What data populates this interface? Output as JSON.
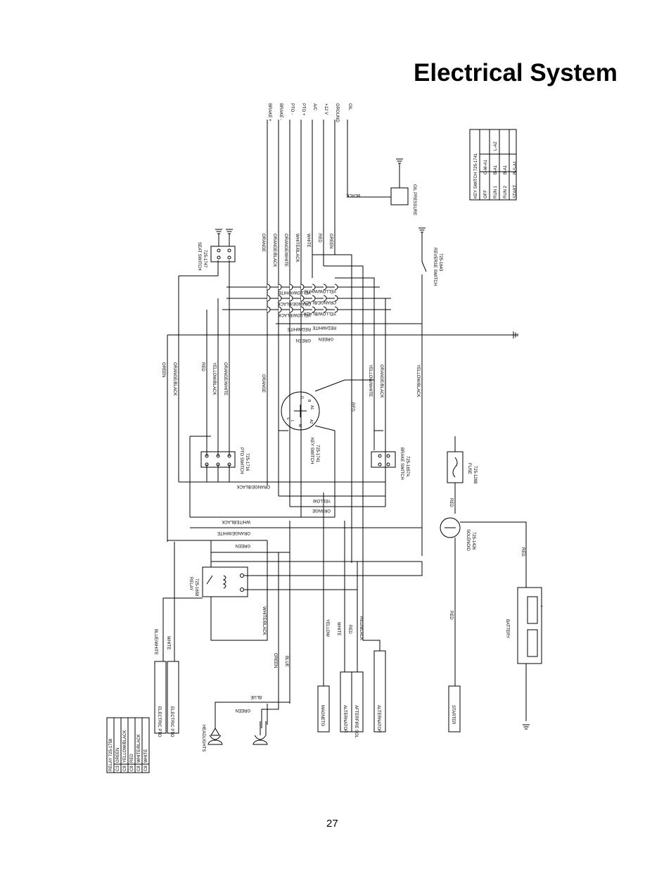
{
  "title": "Electrical System",
  "page_number": "27",
  "connector_pins": [
    "BRAKE +",
    "BRAKE -",
    "PTO -",
    "PTO +",
    "A/C",
    "+12 V",
    "GROUND",
    "OIL"
  ],
  "harness_wires": [
    "ORANGE",
    "ORANGE/BLACK",
    "ORANGE/WHITE",
    "WHITE/BLACK",
    "WHITE",
    "RED",
    "GREEN"
  ],
  "horizontal_wire_labels": {
    "upper": [
      "YELLOW/WHITE",
      "ORANGE/BLACK",
      "YELLOW/BLACK",
      "RED/WHITE",
      "GREEN"
    ],
    "lower": [
      "ORANGE/BLACK",
      "YELLOW",
      "ORANGE",
      "WHITE/BLACK",
      "ORANGE/WHITE",
      "GREEN",
      "BLUE",
      "GREEN"
    ]
  },
  "vertical_wire_labels": {
    "left_column": [
      "GREEN",
      "ORANGE/BLACK",
      "RED",
      "YELLOW/BLACK",
      "ORANGE/WHITE"
    ],
    "center": [
      "ORANGE",
      "RED"
    ],
    "right_column": [
      "YELLOW/WHITE",
      "ORANGE/BLACK",
      "YELLOW/BLACK"
    ],
    "bottom": [
      "WHITE/BLACK",
      "GREEN",
      "BLUE",
      "YELLOW",
      "WHITE",
      "RED",
      "RED/BLACK",
      "BLUE/WHITE",
      "WHITE",
      "RED",
      "RED",
      "RED"
    ]
  },
  "oil_wire": "BLACK",
  "components": {
    "seat_switch": {
      "name": "SEAT SWITCH",
      "part": "725-1747"
    },
    "oil_pressure": {
      "name": "OIL PRESSURE"
    },
    "reverse_switch": {
      "name": "REVERSE SWITCH",
      "part": "725-1643"
    },
    "key_switch": {
      "name": "KEY SWITCH",
      "part": "725-1741",
      "terminals": [
        "B",
        "G",
        "A1",
        "A2",
        "M",
        "L",
        "S"
      ]
    },
    "pto_switch": {
      "name": "PTO SWITCH",
      "part": "725-1716"
    },
    "brake_switch": {
      "name": "BRAKE SWITCH",
      "part": "725-1657A"
    },
    "fuse": {
      "name": "FUSE",
      "part": "725-1288"
    },
    "solenoid": {
      "name": "SOLENOID",
      "part": "725-1426"
    },
    "relay": {
      "name": "RELAY",
      "part": "725-1658"
    },
    "battery": {
      "name": "BATTERY",
      "positive": "+",
      "negative": "-"
    },
    "headlights": {
      "name": "HEADLIGHTS"
    }
  },
  "connectors": [
    "ELECTRIC PTO",
    "ELECTRIC PTO",
    "MAGNETO",
    "ALTERNATOR",
    "AFTERFIRE SOL",
    "ALTERNATOR",
    "STARTER"
  ],
  "key_switch_table": {
    "title": "KEY SWITCH 725-1741",
    "rows": [
      [
        "OFF",
        "G-M-A1",
        ""
      ],
      [
        "RUN 1",
        "B-A1",
        "L-A2"
      ],
      [
        "RUN 2",
        "B-A1",
        ""
      ],
      [
        "START",
        "B-S-A1",
        ""
      ]
    ]
  },
  "relay_table": {
    "title": "RELAY 725-1758",
    "rows": [
      [
        "C3",
        "GREEN"
      ],
      [
        "C8",
        "YELLOW/BLACK"
      ],
      [
        "C8",
        "RED"
      ],
      [
        "C8",
        "WHITE/BLACK"
      ],
      [
        "C8",
        "WHITE"
      ]
    ]
  }
}
